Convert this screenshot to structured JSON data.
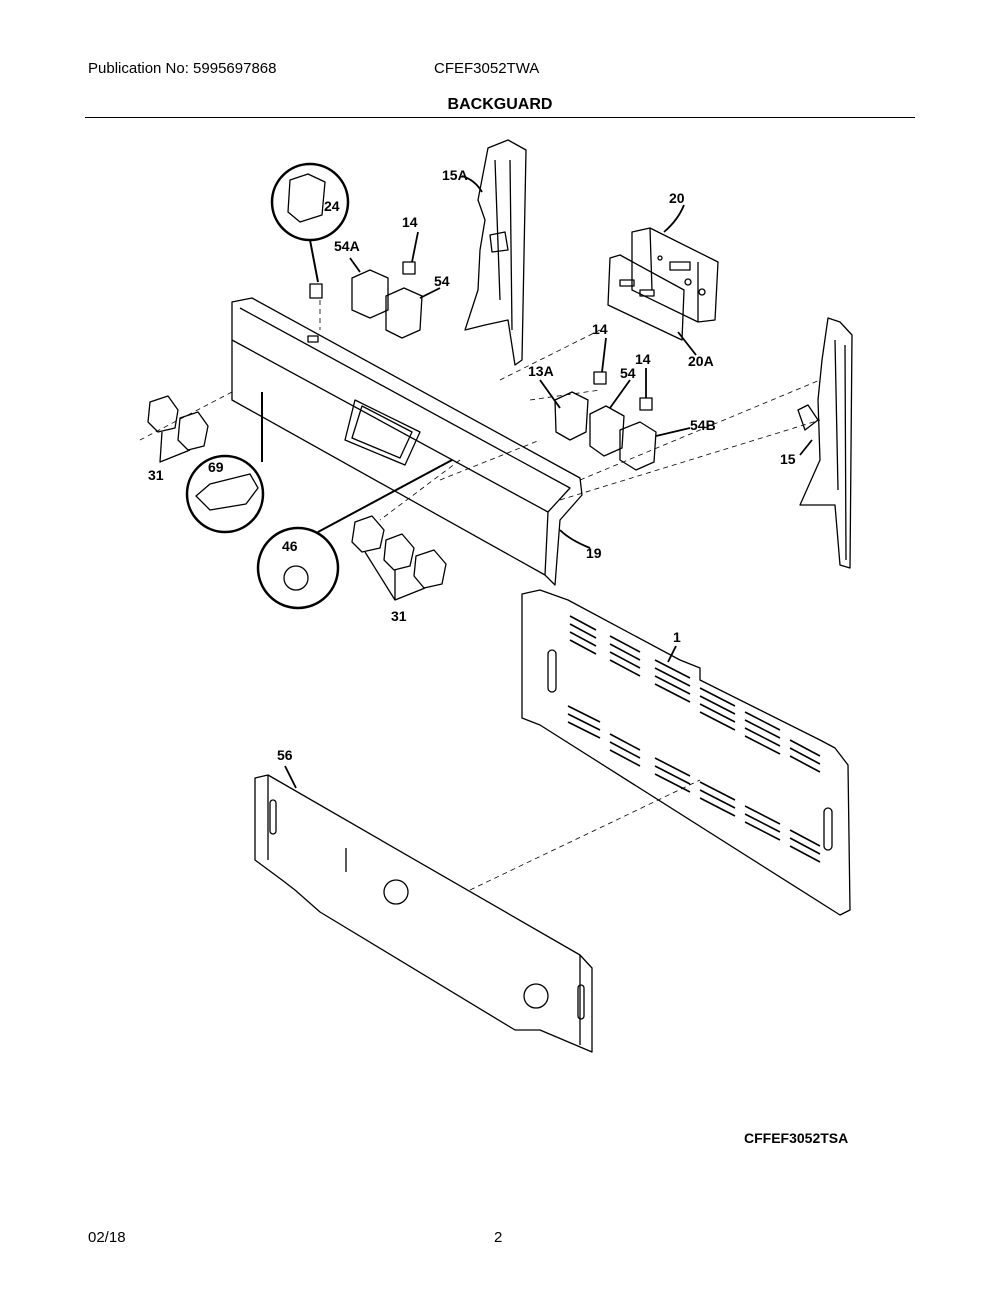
{
  "header": {
    "publication": "Publication No: 5995697868",
    "model": "CFEF3052TWA",
    "section": "BACKGUARD"
  },
  "callouts": {
    "c1": "1",
    "c13A": "13A",
    "c14a": "14",
    "c14b": "14",
    "c14c": "14",
    "c15": "15",
    "c15A": "15A",
    "c19": "19",
    "c20": "20",
    "c20A": "20A",
    "c24": "24",
    "c31a": "31",
    "c31b": "31",
    "c46": "46",
    "c54a": "54",
    "c54b": "54",
    "c54A": "54A",
    "c54B": "54B",
    "c56": "56",
    "c69": "69"
  },
  "footer": {
    "diagram_code": "CFFEF3052TSA",
    "date": "02/18",
    "page": "2"
  }
}
